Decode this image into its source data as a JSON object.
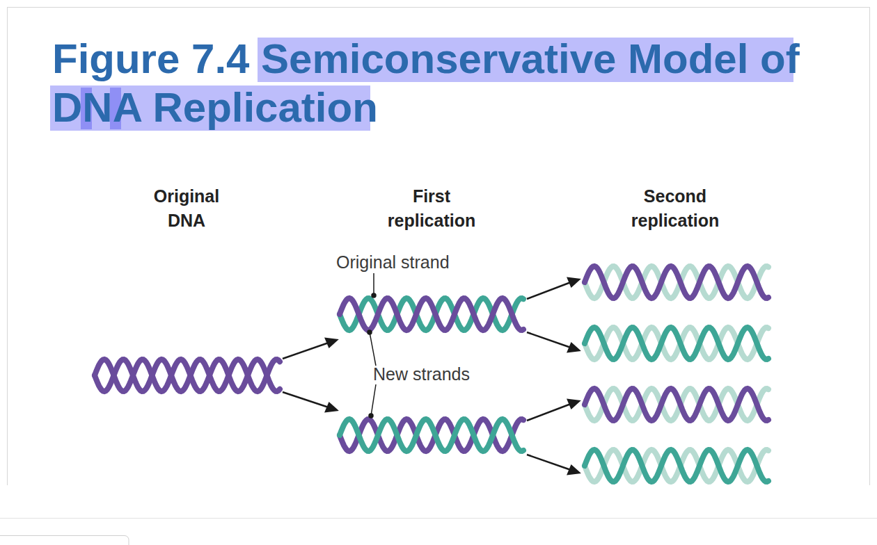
{
  "diagram": {
    "title": "Figure 7.4 Semiconservative Model of DNA Replication",
    "labels": [
      "Original DNA",
      "First replication",
      "Second replication",
      "Original strand",
      "New strands"
    ]
  }
}
